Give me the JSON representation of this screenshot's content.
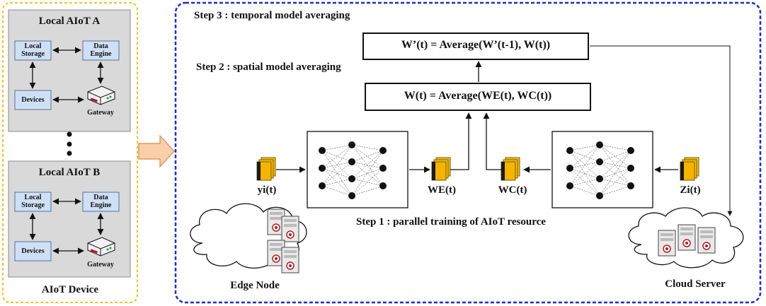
{
  "left_panel": {
    "aiot_a": {
      "title": "Local AIoT A",
      "local_storage": "Local Storage",
      "data_engine": "Data Engine",
      "devices": "Devices",
      "gateway": "Gateway"
    },
    "aiot_b": {
      "title": "Local AIoT B",
      "local_storage": "Local Storage",
      "data_engine": "Data Engine",
      "devices": "Devices",
      "gateway": "Gateway"
    },
    "footer": "AIoT Device"
  },
  "right_panel": {
    "step3": "Step 3 : temporal model averaging",
    "step2": "Step 2 : spatial model averaging",
    "step1": "Step 1 : parallel training of AIoT resource",
    "temporal_formula": "W’(t) = Average(W’(t-1), W(t))",
    "spatial_formula": "W(t) = Average(WE(t), WC(t))",
    "inputs": {
      "y_label": "yi(t)",
      "z_label": "Zi(t)",
      "we_label": "WE(t)",
      "wc_label": "WC(t)"
    },
    "edge_node": "Edge Node",
    "cloud_server": "Cloud Server"
  },
  "colors": {
    "left_border": "#f2c12e",
    "right_border": "#1d2fbf",
    "panel_gray": "#d9d9d9",
    "component_blue": "#cfe0f5",
    "doc_yellow": "#f6c019",
    "arrow_fill": "#f8cfa8"
  }
}
